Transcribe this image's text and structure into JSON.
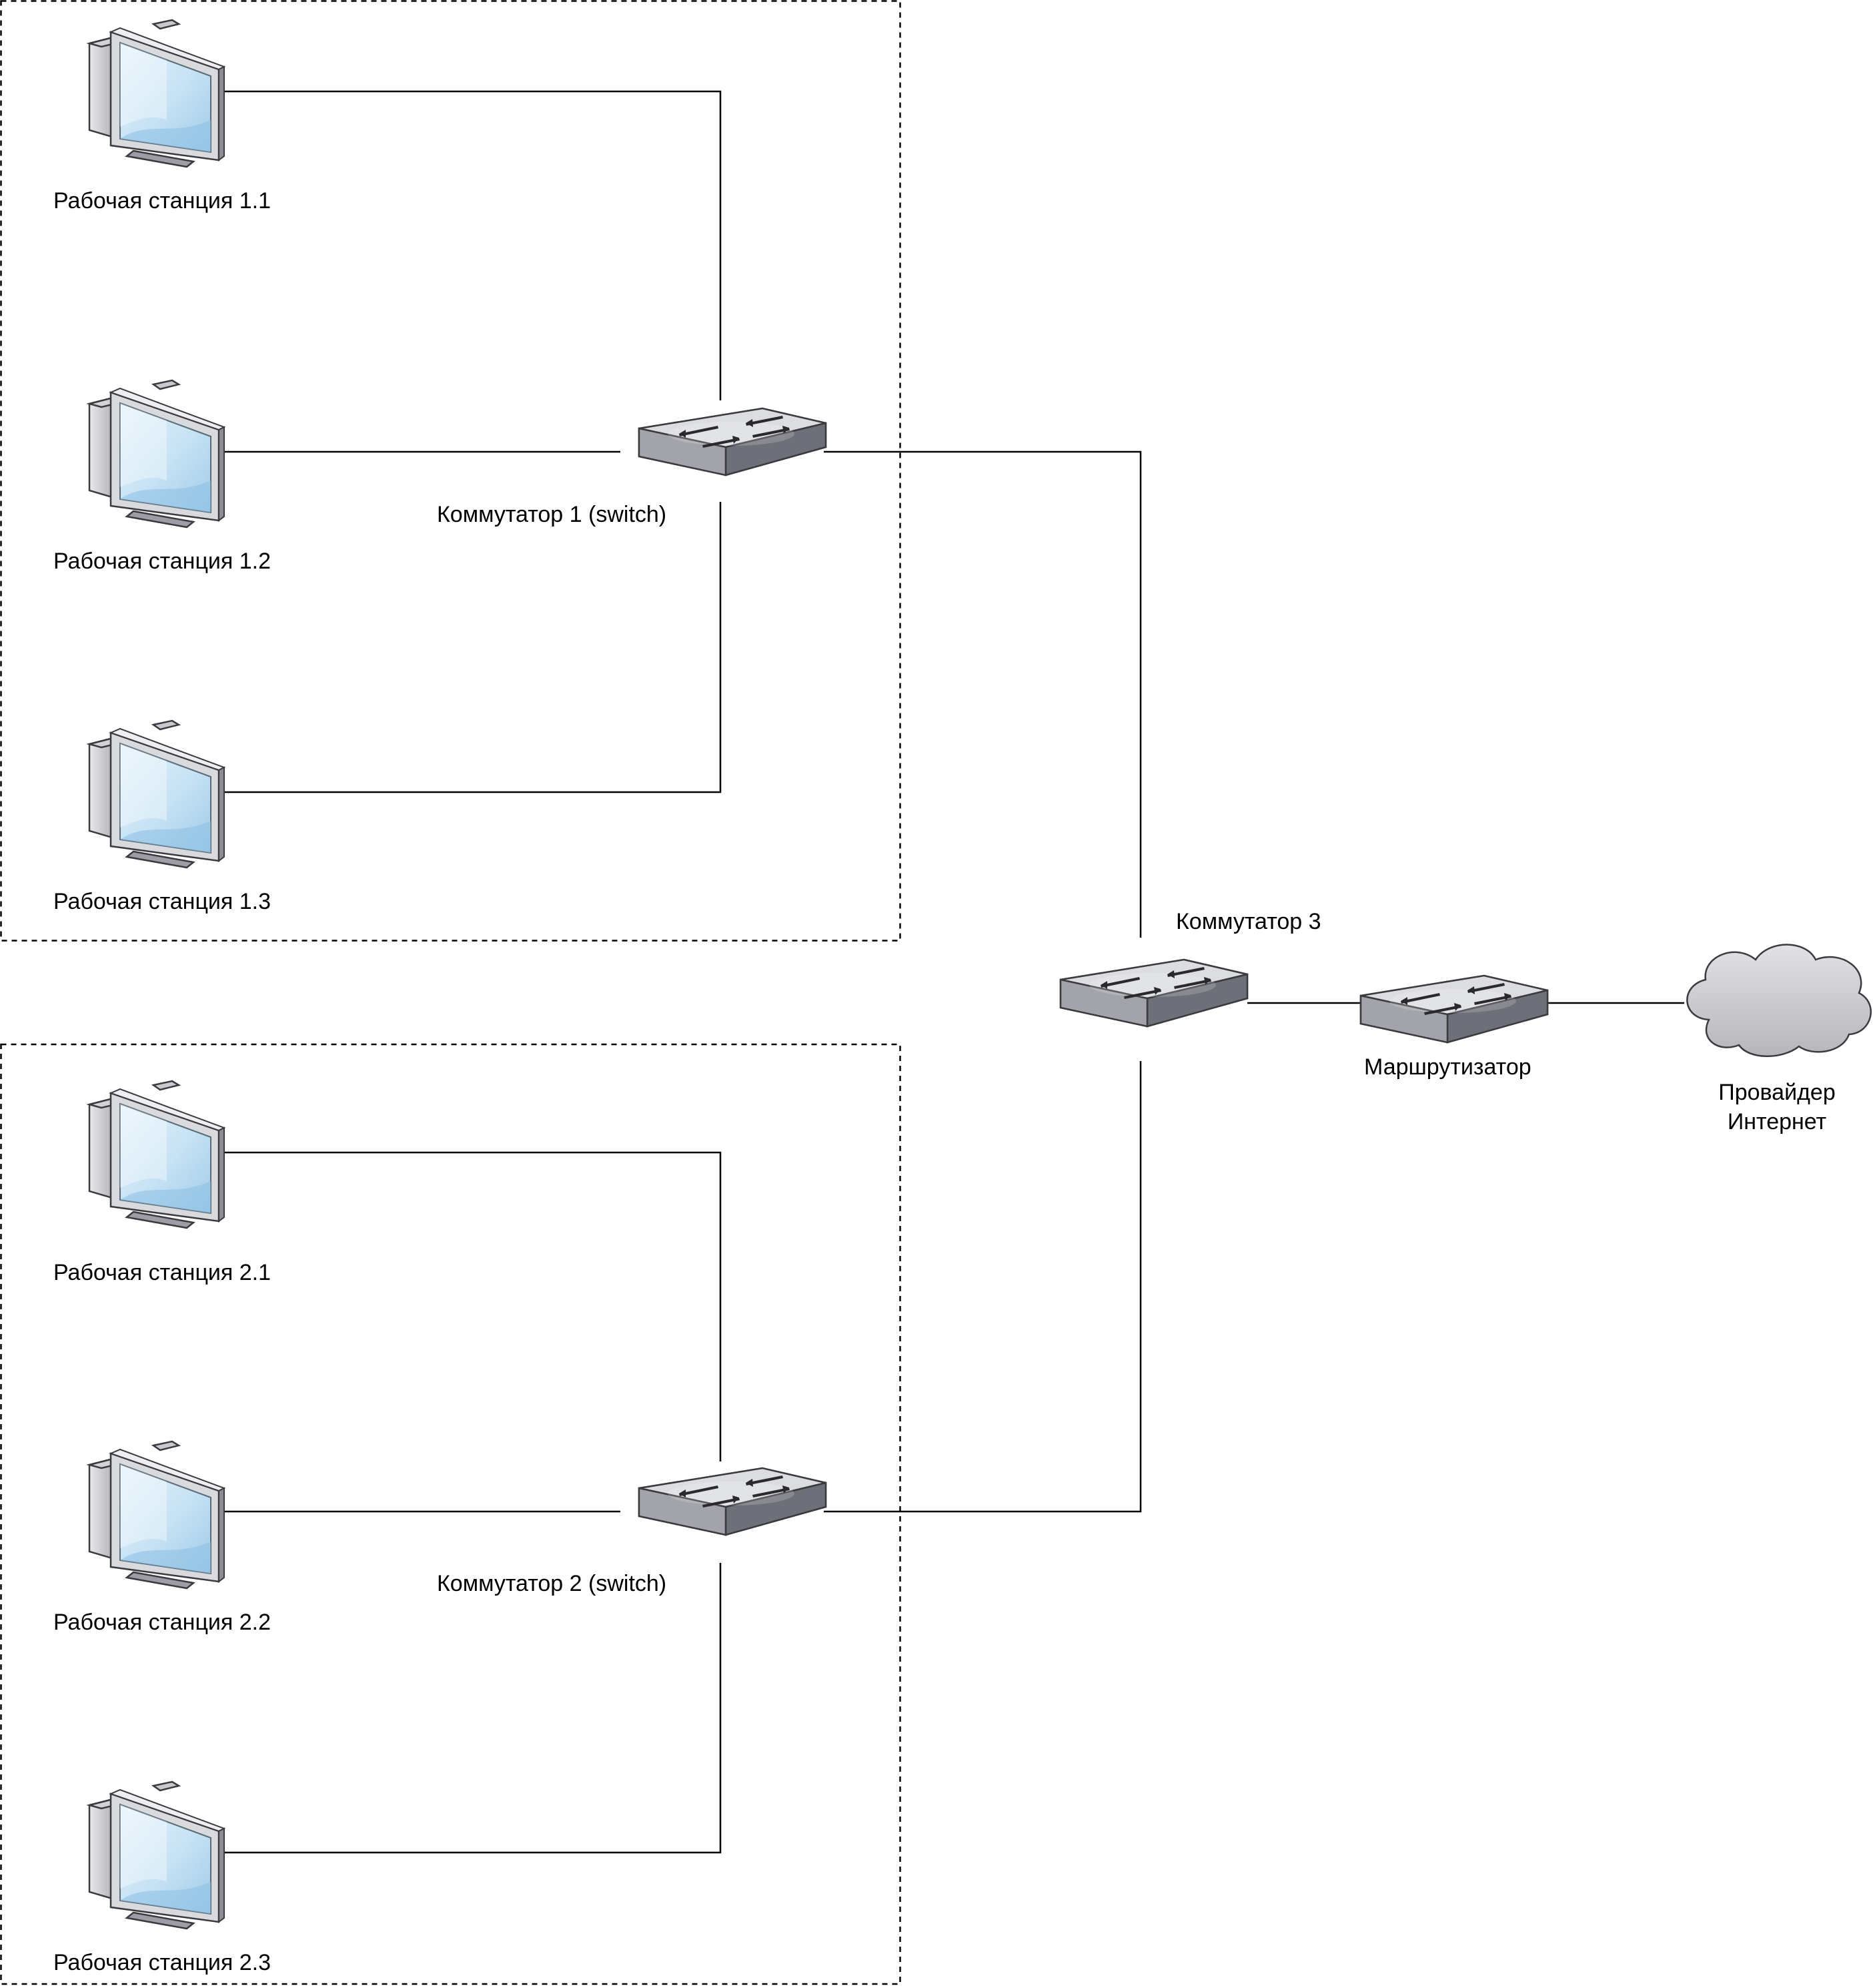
{
  "workstations": [
    {
      "id": "ws11",
      "label": "Рабочая станция 1.1"
    },
    {
      "id": "ws12",
      "label": "Рабочая станция 1.2"
    },
    {
      "id": "ws13",
      "label": "Рабочая станция 1.3"
    },
    {
      "id": "ws21",
      "label": "Рабочая станция 2.1"
    },
    {
      "id": "ws22",
      "label": "Рабочая станция 2.2"
    },
    {
      "id": "ws23",
      "label": "Рабочая станция 2.3"
    }
  ],
  "switches": {
    "sw1": {
      "label": "Коммутатор 1 (switch)"
    },
    "sw2": {
      "label": "Коммутатор 2 (switch)"
    },
    "sw3": {
      "label": "Коммутатор 3"
    }
  },
  "router": {
    "label": "Маршрутизатор"
  },
  "internet": {
    "label_line1": "Провайдер",
    "label_line2": "Интернет"
  },
  "connections": [
    [
      "ws11",
      "sw1"
    ],
    [
      "ws12",
      "sw1"
    ],
    [
      "ws13",
      "sw1"
    ],
    [
      "ws21",
      "sw2"
    ],
    [
      "ws22",
      "sw2"
    ],
    [
      "ws23",
      "sw2"
    ],
    [
      "sw1",
      "sw3"
    ],
    [
      "sw2",
      "sw3"
    ],
    [
      "sw3",
      "router"
    ],
    [
      "router",
      "internet"
    ]
  ],
  "colors": {
    "screen": "#bcdcf0",
    "device_gray": "#a8a9b0",
    "device_dark": "#6d6f78",
    "line": "#000000"
  }
}
